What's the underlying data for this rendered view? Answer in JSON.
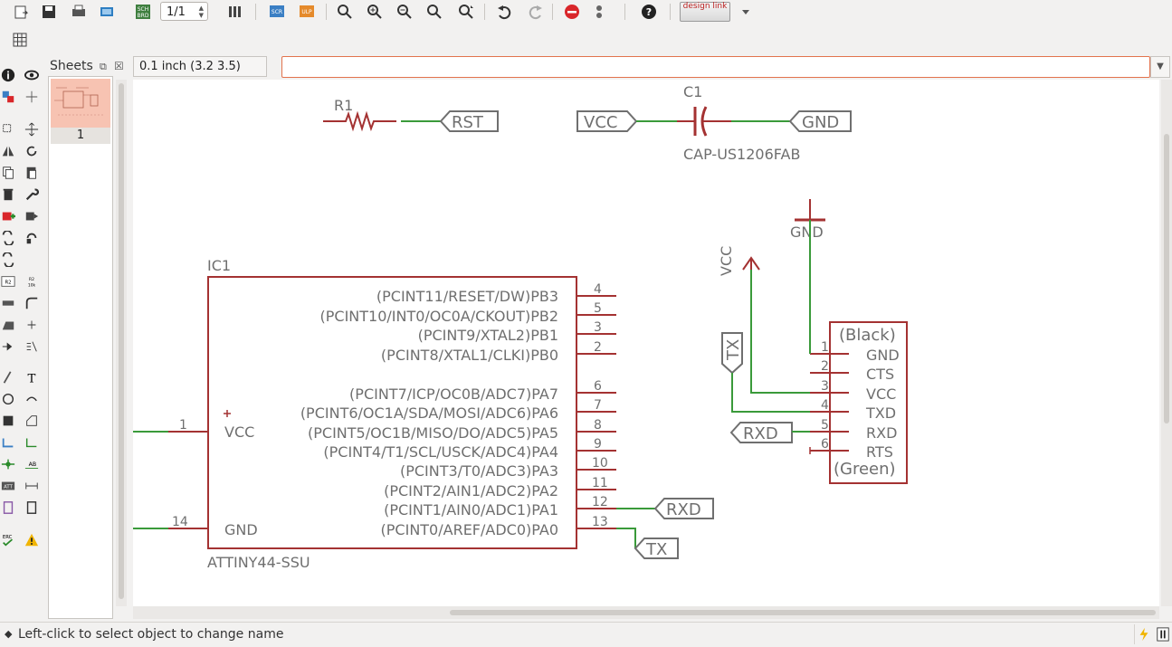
{
  "toolbar": {
    "page_indicator": "1/1",
    "scr_label": "SCR",
    "ulp_label": "ULP",
    "designlink_label": "design link",
    "help_label": "?",
    "icons": [
      "open-icon",
      "save-icon",
      "print-icon",
      "cam-icon",
      "switch-brd-icon",
      "page-spinner",
      "grid-toggle-icon",
      "script-icon",
      "ulp-icon",
      "zoom-fit-icon",
      "zoom-in-icon",
      "zoom-out-icon",
      "zoom-redraw-icon",
      "zoom-select-icon",
      "undo-icon",
      "redo-icon",
      "stop-icon",
      "go-icon",
      "help-icon",
      "designlink-icon",
      "dropdown-icon"
    ]
  },
  "sheets": {
    "title": "Sheets",
    "items": [
      {
        "number": "1"
      }
    ]
  },
  "command": {
    "coordinate": "0.1 inch (3.2 3.5)",
    "input_value": ""
  },
  "schematic": {
    "r1": {
      "name": "R1",
      "label": "RST"
    },
    "c1": {
      "name": "C1",
      "value": "CAP-US1206FAB",
      "left_label": "VCC",
      "right_label": "GND"
    },
    "ic1": {
      "name": "IC1",
      "value": "ATTINY44-SSU",
      "left_pins": [
        {
          "num": "1",
          "name": "VCC"
        },
        {
          "num": "14",
          "name": "GND"
        }
      ],
      "right_pins": [
        {
          "num": "4",
          "name": "(PCINT11/RESET/DW)PB3"
        },
        {
          "num": "5",
          "name": "(PCINT10/INT0/OC0A/CKOUT)PB2"
        },
        {
          "num": "3",
          "name": "(PCINT9/XTAL2)PB1"
        },
        {
          "num": "2",
          "name": "(PCINT8/XTAL1/CLKI)PB0"
        },
        {
          "num": "6",
          "name": "(PCINT7/ICP/OC0B/ADC7)PA7"
        },
        {
          "num": "7",
          "name": "(PCINT6/OC1A/SDA/MOSI/ADC6)PA6"
        },
        {
          "num": "8",
          "name": "(PCINT5/OC1B/MISO/DO/ADC5)PA5"
        },
        {
          "num": "9",
          "name": "(PCINT4/T1/SCL/USCK/ADC4)PA4"
        },
        {
          "num": "10",
          "name": "(PCINT3/T0/ADC3)PA3"
        },
        {
          "num": "11",
          "name": "(PCINT2/AIN1/ADC2)PA2"
        },
        {
          "num": "12",
          "name": "(PCINT1/AIN0/ADC1)PA1"
        },
        {
          "num": "13",
          "name": "(PCINT0/AREF/ADC0)PA0"
        }
      ],
      "label_rxd": "RXD",
      "label_tx": "TX"
    },
    "ftdi": {
      "top_label": "(Black)",
      "bottom_label": "(Green)",
      "pins": [
        {
          "num": "1",
          "name": "GND"
        },
        {
          "num": "2",
          "name": "CTS"
        },
        {
          "num": "3",
          "name": "VCC"
        },
        {
          "num": "4",
          "name": "TXD"
        },
        {
          "num": "5",
          "name": "RXD"
        },
        {
          "num": "6",
          "name": "RTS"
        }
      ],
      "gnd_symbol": "GND",
      "vcc_symbol": "VCC",
      "label_tx": "TX",
      "label_rxd": "RXD"
    }
  },
  "status": {
    "message": "Left-click to select object to change name"
  },
  "colors": {
    "part": "#a43232",
    "wire": "#3a9a3a",
    "text": "#6f6f6f",
    "accent": "#e2734d"
  }
}
